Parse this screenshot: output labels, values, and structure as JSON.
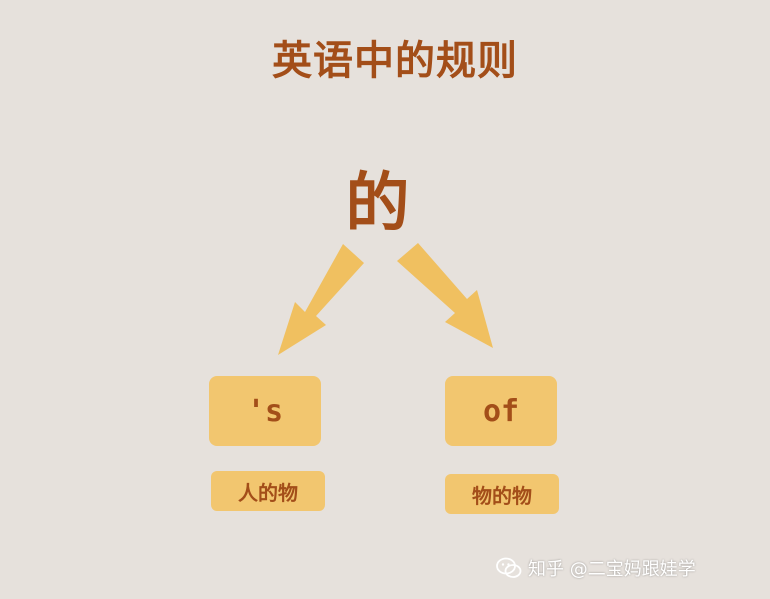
{
  "title": "英语中的规则",
  "center_char": "的",
  "left": {
    "box_text": "'s",
    "label": "人的物"
  },
  "right": {
    "box_text": "of",
    "label": "物的物"
  },
  "watermark": {
    "text": "知乎 @二宝妈跟娃学",
    "icon": "wechat-icon"
  },
  "colors": {
    "background": "#e6e1dc",
    "text": "#a34e19",
    "box": "#f2c66f",
    "arrow": "#f0c060"
  }
}
